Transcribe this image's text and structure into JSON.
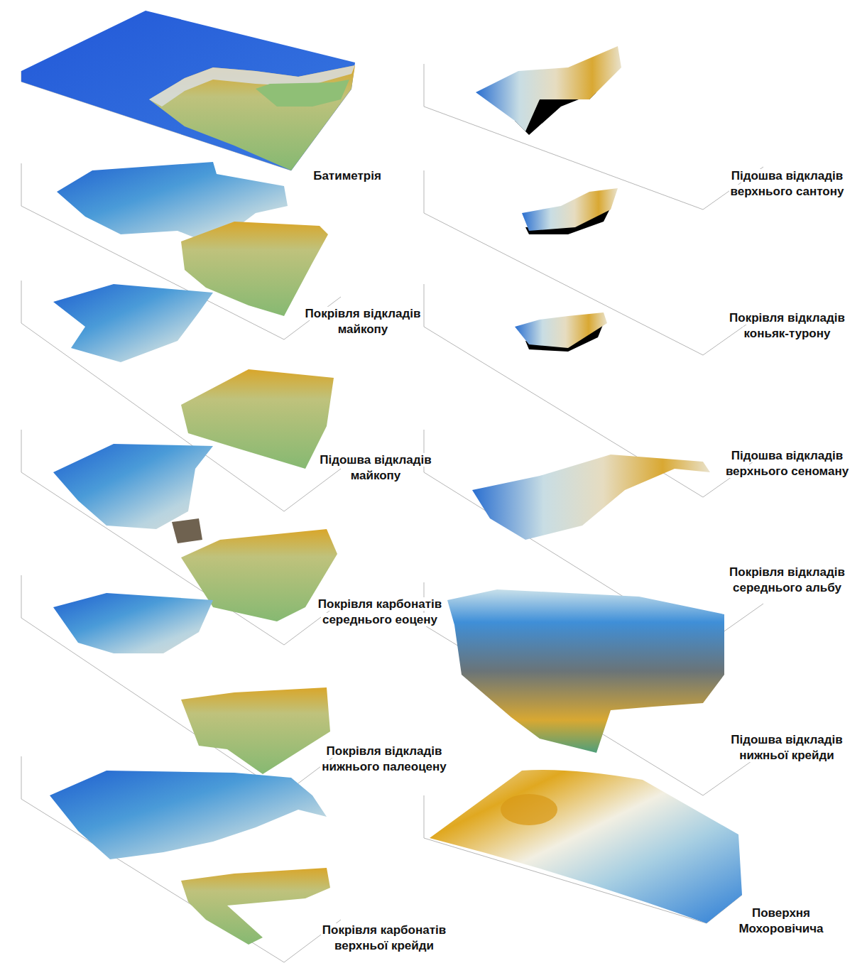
{
  "diagram": {
    "labels": [
      "Батиметрія",
      "Покрівля відкладів майкопу",
      "Підошва відкладів майкопу",
      "Покрівля карбонатів середнього еоцену",
      "Покрівля відкладів нижнього палеоцену",
      "Покрівля карбонатів верхньої крейди",
      "Підошва відкладів верхнього сантону",
      "Покрівля відкладів коньяк-турону",
      "Підошва відкладів верхнього сеноману",
      "Покрівля відкладів середнього альбу",
      "Підошва відкладів нижньої крейди",
      "Поверхня Мохоровічича"
    ]
  }
}
